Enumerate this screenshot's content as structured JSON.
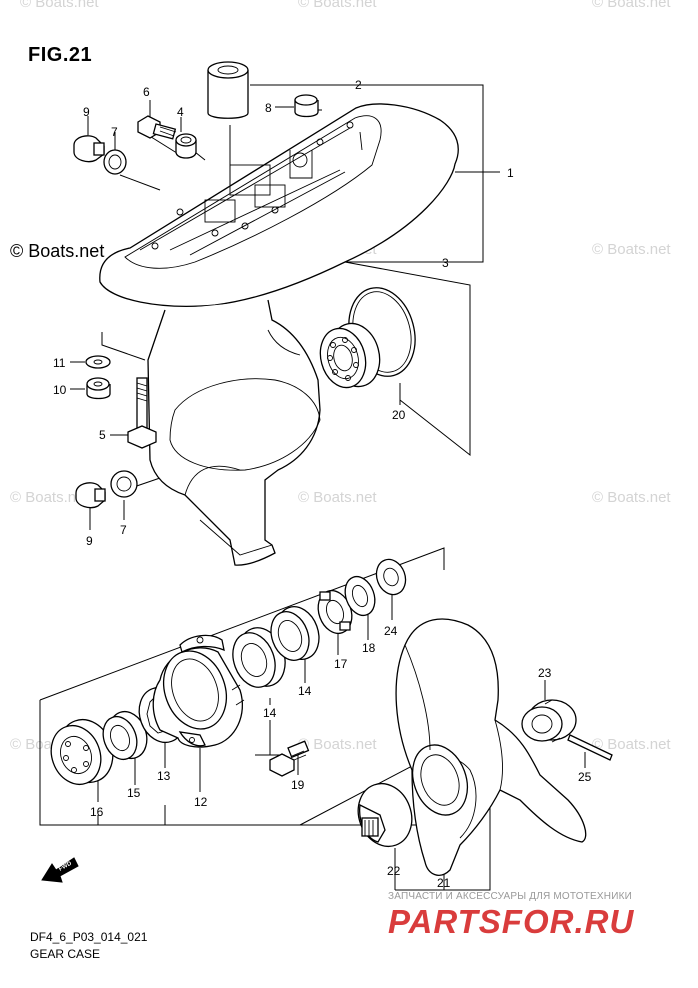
{
  "figure": {
    "title": "FIG.21",
    "code": "DF4_6_P03_014_021",
    "caption": "GEAR CASE"
  },
  "watermarks": {
    "faint": "© Boats.net",
    "strong": "© Boats.net"
  },
  "branding": {
    "tagline": "ЗАПЧАСТИ И АКСЕССУАРЫ ДЛЯ МОТОТЕХНИКИ",
    "logo": "PARTSFOR.RU"
  },
  "direction_badge": "FWD",
  "callouts": [
    "1",
    "2",
    "3",
    "4",
    "5",
    "6",
    "7",
    "7",
    "8",
    "9",
    "9",
    "10",
    "11",
    "12",
    "13",
    "14",
    "14",
    "15",
    "16",
    "17",
    "18",
    "19",
    "20",
    "21",
    "22",
    "23",
    "24",
    "25"
  ],
  "colors": {
    "line": "#000000",
    "watermark": "#d4d4d4",
    "logo": "#d93c3c"
  }
}
